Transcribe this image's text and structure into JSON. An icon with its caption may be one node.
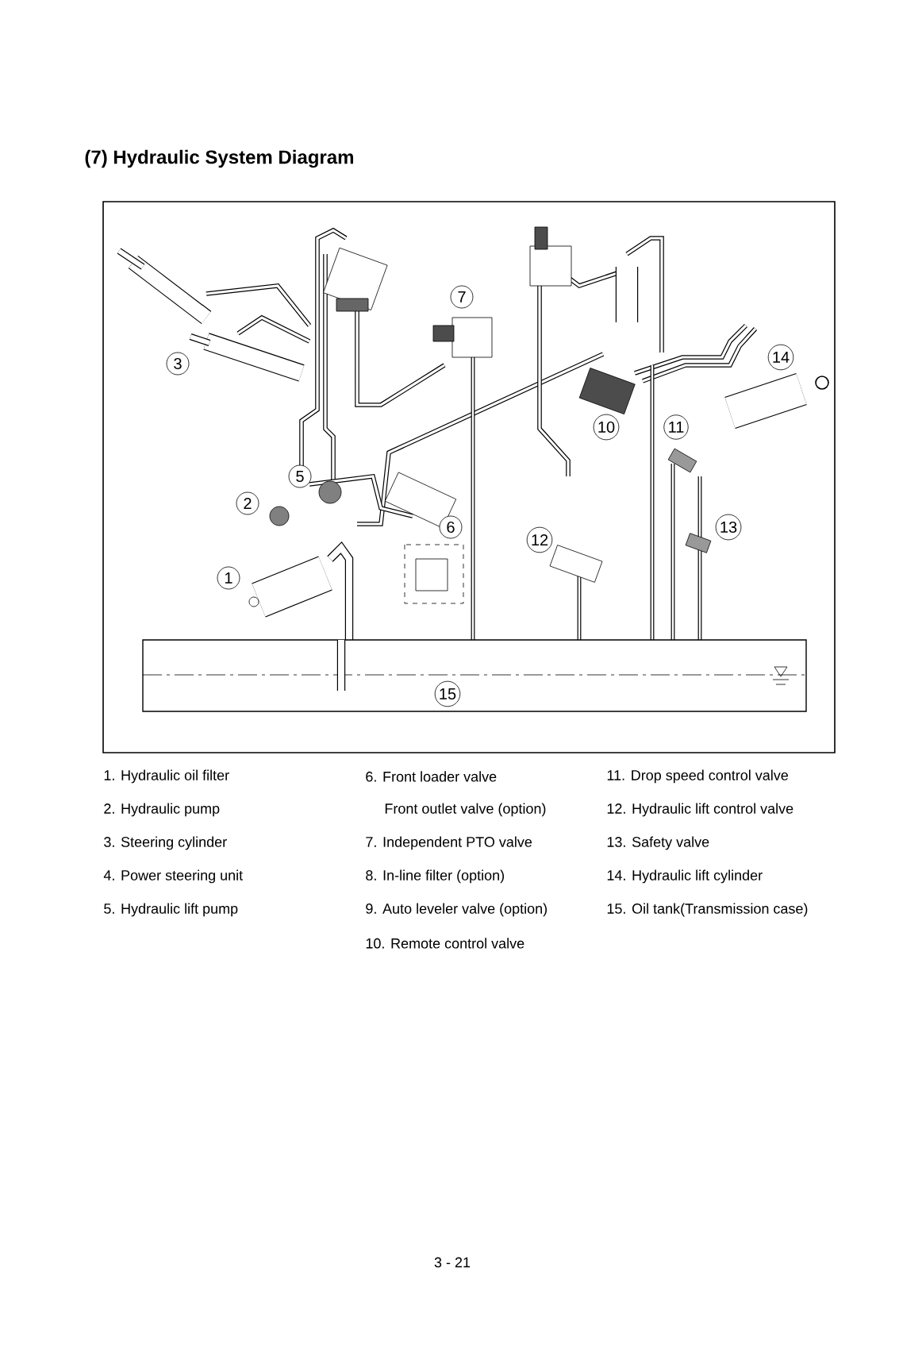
{
  "diagram": {
    "title": "(7) Hydraulic System Diagram",
    "labels": [
      "7",
      "14",
      "3",
      "10",
      "11",
      "5",
      "2",
      "6",
      "13",
      "12",
      "1",
      "15",
      "1. Hydraulic oil filter",
      "2. Hydraulic pump",
      "3. Steering cylinder",
      "4. Power steering unit",
      "5. Hydraulic lift pump",
      "6. Front loader valve",
      "Front outlet valve (option)",
      "7. Independent PTO valve",
      "8. In-line filter (option)",
      "9. Auto leveler valve (option)",
      "10. Remote control valve",
      "11. Drop speed control valve",
      "12. Hydraulic lift control valve",
      "13. Safety valve",
      "14. Hydraulic lift cylinder",
      "15. Oil tank(Transmission case)",
      "3 - 21"
    ]
  }
}
